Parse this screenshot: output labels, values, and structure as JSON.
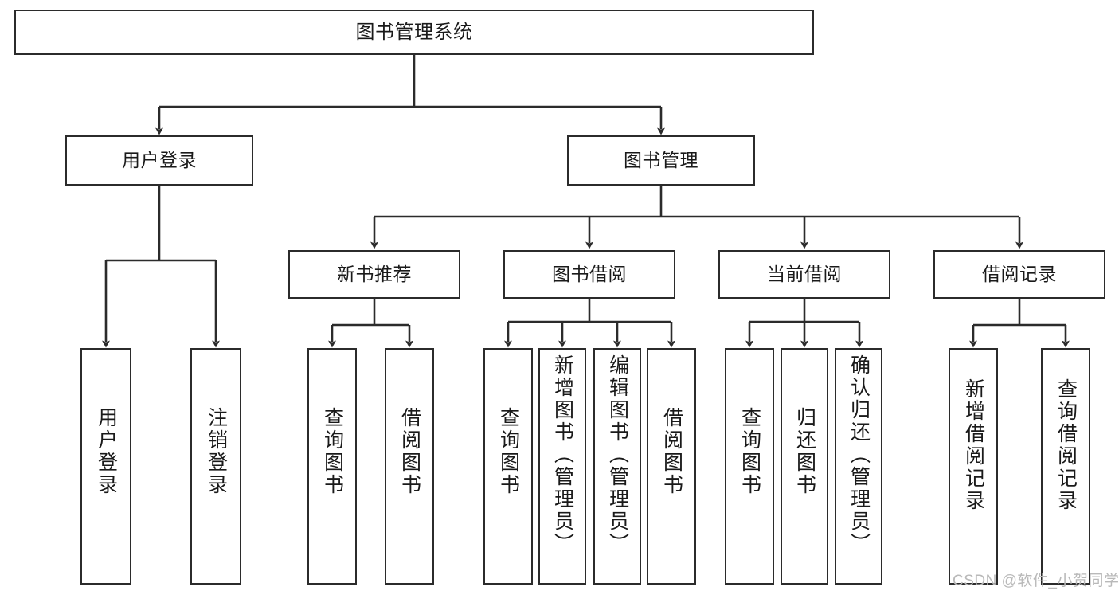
{
  "diagram": {
    "type": "tree",
    "title": "图书管理系统",
    "colors": {
      "node_border": "#2b2b2b",
      "node_fill": "#ffffff",
      "edge": "#2b2b2b",
      "text": "#1a1a1a",
      "watermark": "#b9b9b9",
      "background": "#ffffff"
    },
    "levels": {
      "root": [
        "图书管理系统"
      ],
      "level2": [
        "用户登录",
        "图书管理"
      ],
      "level3": [
        "新书推荐",
        "图书借阅",
        "当前借阅",
        "借阅记录"
      ],
      "leaves": [
        "用户登录",
        "注销登录",
        "查询图书",
        "借阅图书",
        "查询图书",
        "新增图书（管理员）",
        "编辑图书（管理员）",
        "借阅图书",
        "查询图书",
        "归还图书",
        "确认归还（管理员）",
        "新增借阅记录",
        "查询借阅记录"
      ]
    },
    "nodes": {
      "root": {
        "label": "图书管理系统"
      },
      "user_login": {
        "label": "用户登录"
      },
      "book_manage": {
        "label": "图书管理"
      },
      "new_book_rec": {
        "label": "新书推荐"
      },
      "book_borrow": {
        "label": "图书借阅"
      },
      "current_borrow": {
        "label": "当前借阅"
      },
      "borrow_record": {
        "label": "借阅记录"
      },
      "leaf_user_login": {
        "label": "用户登录"
      },
      "leaf_logout": {
        "label": "注销登录"
      },
      "leaf_query_book_1": {
        "label": "查询图书"
      },
      "leaf_borrow_book_1": {
        "label": "借阅图书"
      },
      "leaf_query_book_2": {
        "label": "查询图书"
      },
      "leaf_add_book": {
        "label": "新增图书（管理员）"
      },
      "leaf_edit_book": {
        "label": "编辑图书（管理员）"
      },
      "leaf_borrow_book_2": {
        "label": "借阅图书"
      },
      "leaf_query_book_3": {
        "label": "查询图书"
      },
      "leaf_return_book": {
        "label": "归还图书"
      },
      "leaf_confirm_return": {
        "label": "确认归还（管理员）"
      },
      "leaf_add_record": {
        "label": "新增借阅记录"
      },
      "leaf_query_record": {
        "label": "查询借阅记录"
      }
    },
    "edges": [
      {
        "from": "root",
        "to": "user_login"
      },
      {
        "from": "root",
        "to": "book_manage"
      },
      {
        "from": "user_login",
        "to": "leaf_user_login"
      },
      {
        "from": "user_login",
        "to": "leaf_logout"
      },
      {
        "from": "book_manage",
        "to": "new_book_rec"
      },
      {
        "from": "book_manage",
        "to": "book_borrow"
      },
      {
        "from": "book_manage",
        "to": "current_borrow"
      },
      {
        "from": "book_manage",
        "to": "borrow_record"
      },
      {
        "from": "new_book_rec",
        "to": "leaf_query_book_1"
      },
      {
        "from": "new_book_rec",
        "to": "leaf_borrow_book_1"
      },
      {
        "from": "book_borrow",
        "to": "leaf_query_book_2"
      },
      {
        "from": "book_borrow",
        "to": "leaf_add_book"
      },
      {
        "from": "book_borrow",
        "to": "leaf_edit_book"
      },
      {
        "from": "book_borrow",
        "to": "leaf_borrow_book_2"
      },
      {
        "from": "current_borrow",
        "to": "leaf_query_book_3"
      },
      {
        "from": "current_borrow",
        "to": "leaf_return_book"
      },
      {
        "from": "current_borrow",
        "to": "leaf_confirm_return"
      },
      {
        "from": "borrow_record",
        "to": "leaf_add_record"
      },
      {
        "from": "borrow_record",
        "to": "leaf_query_record"
      }
    ]
  },
  "watermark": {
    "text": "CSDN @软件_小贺同学"
  }
}
